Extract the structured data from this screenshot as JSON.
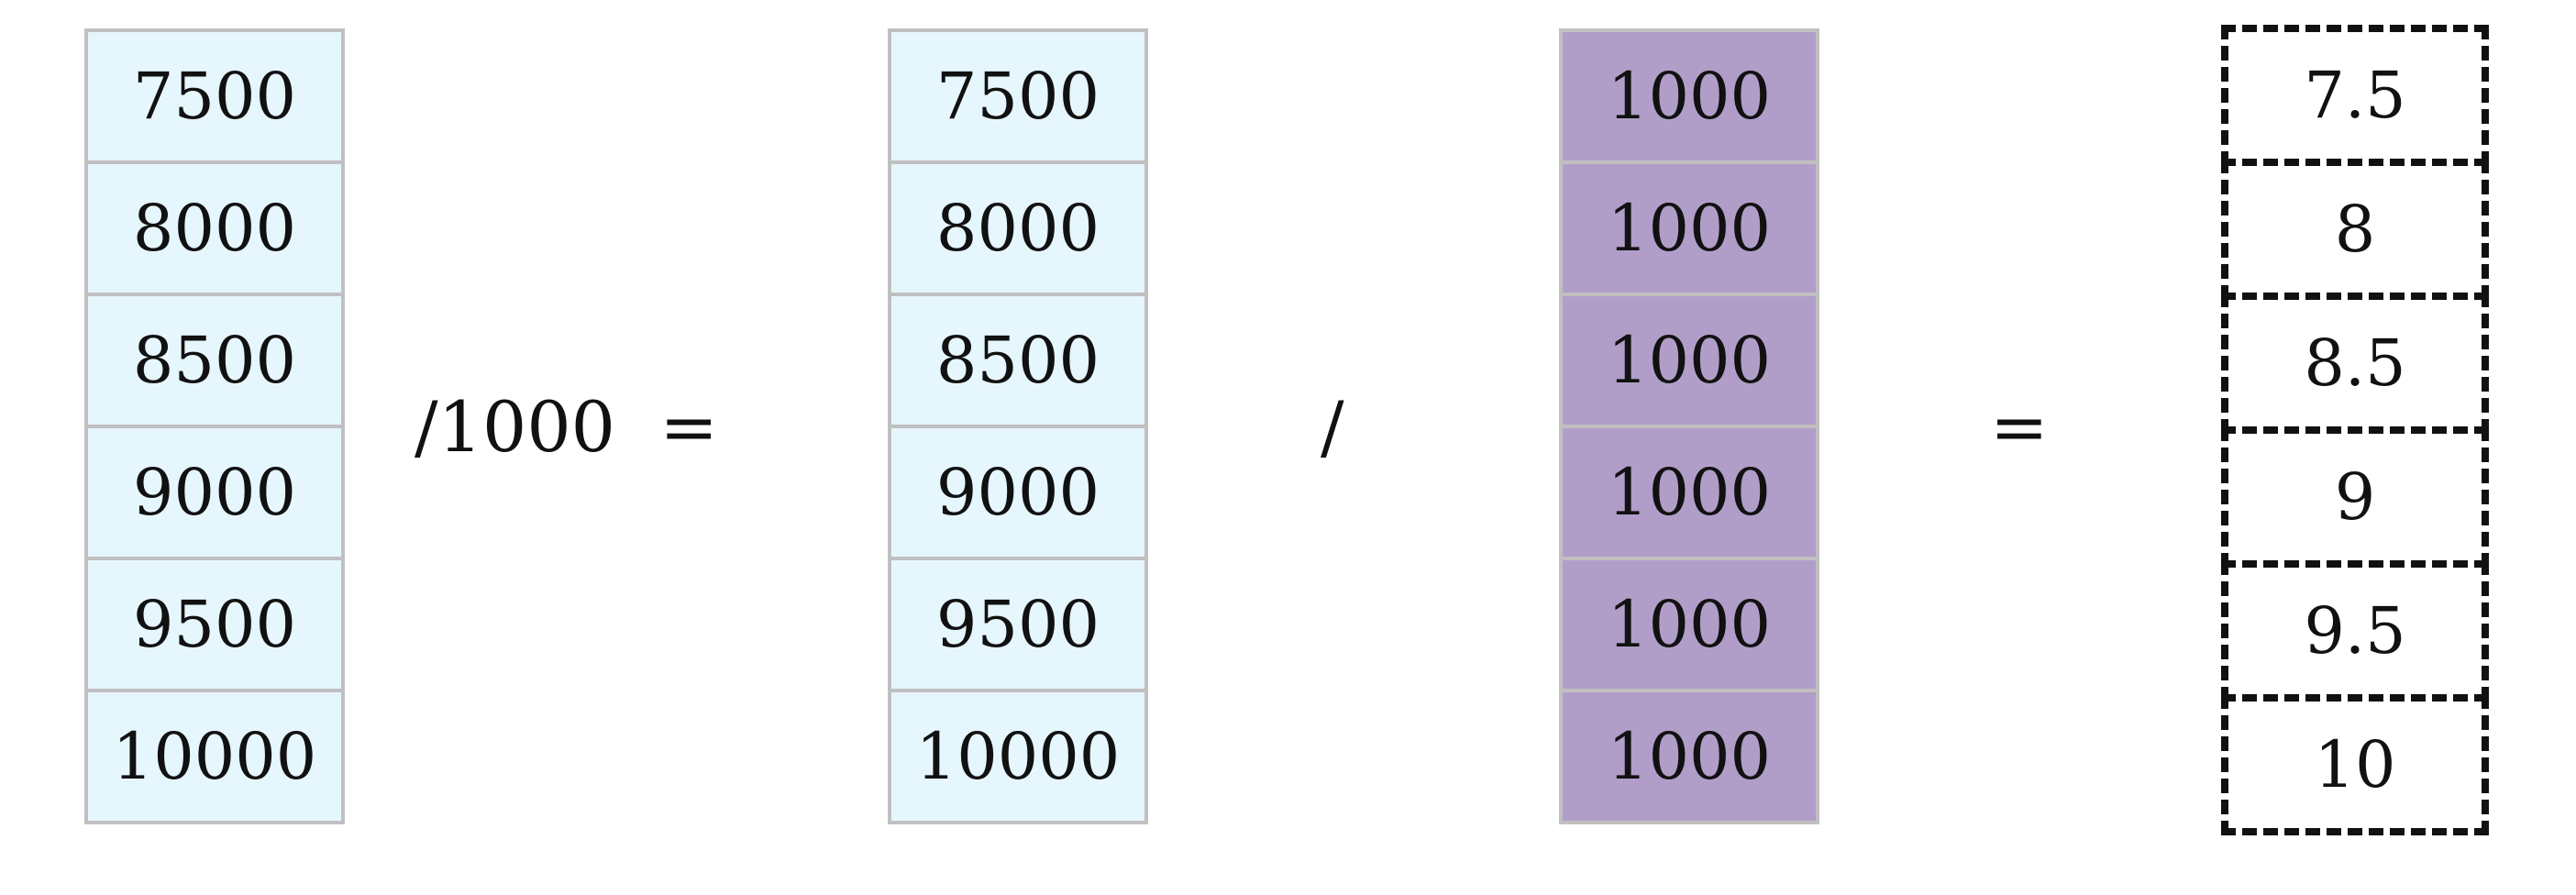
{
  "column_a": [
    "7500",
    "8000",
    "8500",
    "9000",
    "9500",
    "10000"
  ],
  "operator_a": "/1000  =",
  "column_b": [
    "7500",
    "8000",
    "8500",
    "9000",
    "9500",
    "10000"
  ],
  "operator_b": "/",
  "column_c": [
    "1000",
    "1000",
    "1000",
    "1000",
    "1000",
    "1000"
  ],
  "operator_c": "=",
  "column_result": [
    "7.5",
    "8",
    "8.5",
    "9",
    "9.5",
    "10"
  ],
  "colors": {
    "light_cell": "#e6f6fd",
    "purple_cell": "#b09ec9",
    "cell_border": "#c0c0c0",
    "result_border": "#111111"
  }
}
